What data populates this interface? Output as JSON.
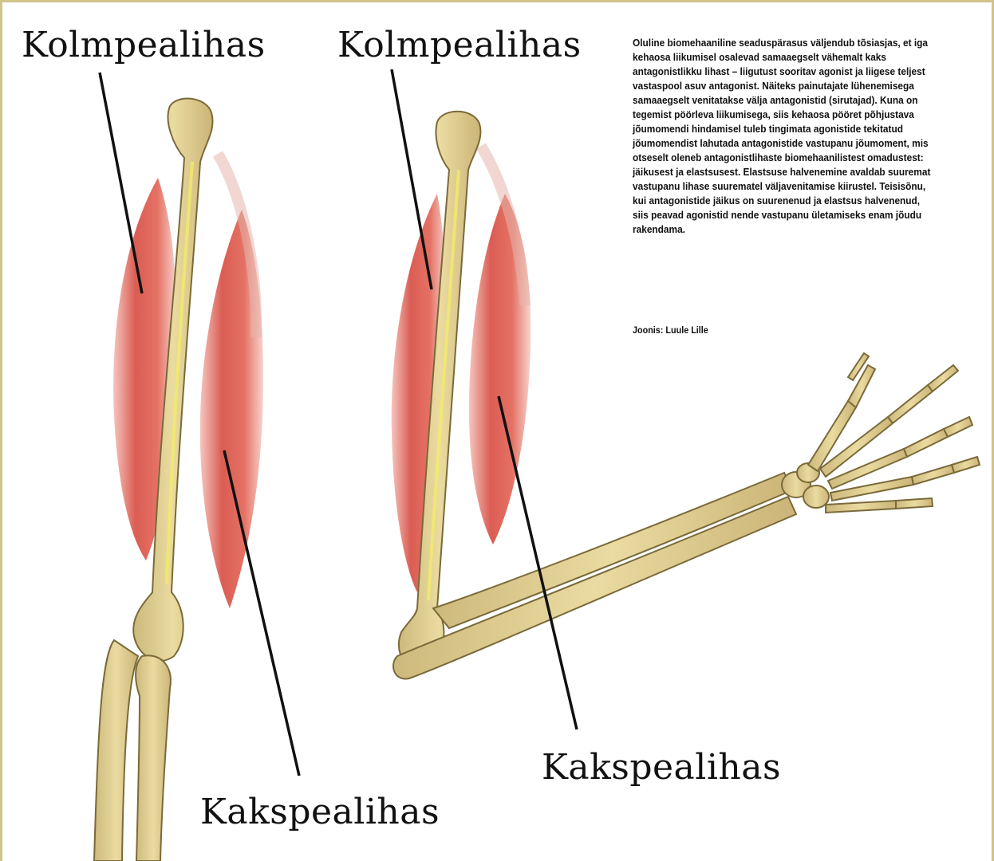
{
  "labels": {
    "triceps_left": "Kolmpealihas",
    "triceps_right": "Kolmpealihas",
    "biceps_left": "Kakspealihas",
    "biceps_right": "Kakspealihas"
  },
  "caption": {
    "text": "Oluline biomehaaniline seaduspärasus väljendub tõsiasjas, et iga kehaosa liikumisel osalevad samaaegselt vähemalt kaks antagonistlikku lihast – liigutust sooritav agonist ja liigese teljest vastaspool asuv antagonist. Näiteks painutajate lühenemisega samaaegselt venitatakse välja antagonistid (sirutajad). Kuna on tegemist pöörleva liikumisega, siis kehaosa pööret põhjustava jõumomendi hindamisel tuleb tingimata agonistide tekitatud jõumomendist lahutada antagonistide vastupanu jõumoment, mis otseselt oleneb antagonistlihaste biomehaanilistest omadustest: jäikusest ja elastsusest. Elastsuse halvenemine avaldab suuremat vastupanu lihase suurematel väljavenitamise kiirustel. Teisisõnu, kui antagonistide jäikus on suurenenud ja elastsus halvenenud, siis peavad agonistid nende vastupanu ületamiseks enam jõudu rakendama.",
    "credit": "Joonis: Luule Lille"
  },
  "colors": {
    "frame": "#cfc48a",
    "bone_fill": "#e6d49a",
    "bone_stroke": "#7a6a3a",
    "bone_highlight": "#f3eb6a",
    "muscle": "#dc5a4c",
    "muscle_light": "#f2b7ae"
  }
}
